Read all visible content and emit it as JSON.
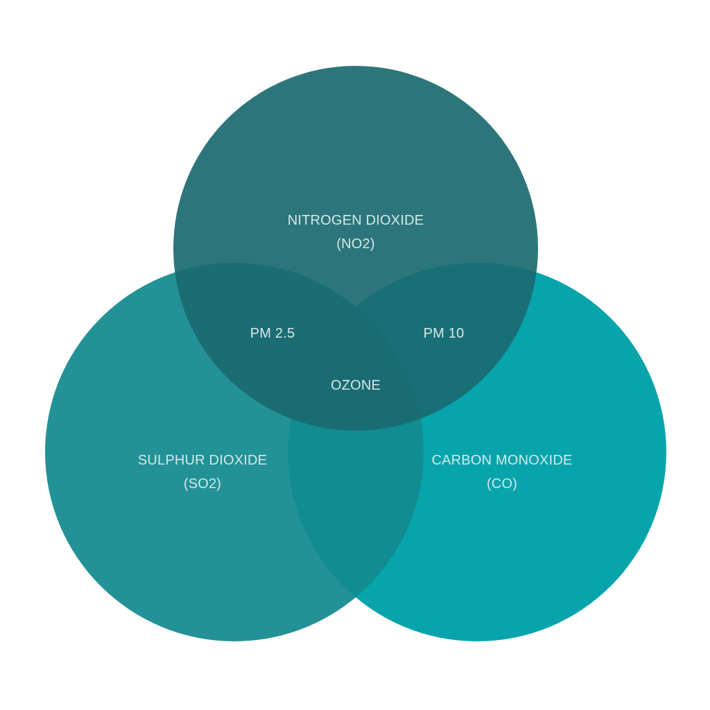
{
  "diagram": {
    "type": "venn",
    "sets": [
      {
        "id": "no2",
        "name": "NITROGEN DIOXIDE",
        "formula": "(NO2)",
        "color": "#1c7075"
      },
      {
        "id": "so2",
        "name": "SULPHUR DIOXIDE",
        "formula": "(SO2)",
        "color": "#128a8f"
      },
      {
        "id": "co",
        "name": "CARBON MONOXIDE",
        "formula": "(CO)",
        "color": "#07a4ac"
      }
    ],
    "intersections": {
      "no2_so2": "PM 2.5",
      "no2_co": "PM 10",
      "all": "OZONE"
    },
    "label_color": "#d6e8ea",
    "background": "#ffffff"
  }
}
